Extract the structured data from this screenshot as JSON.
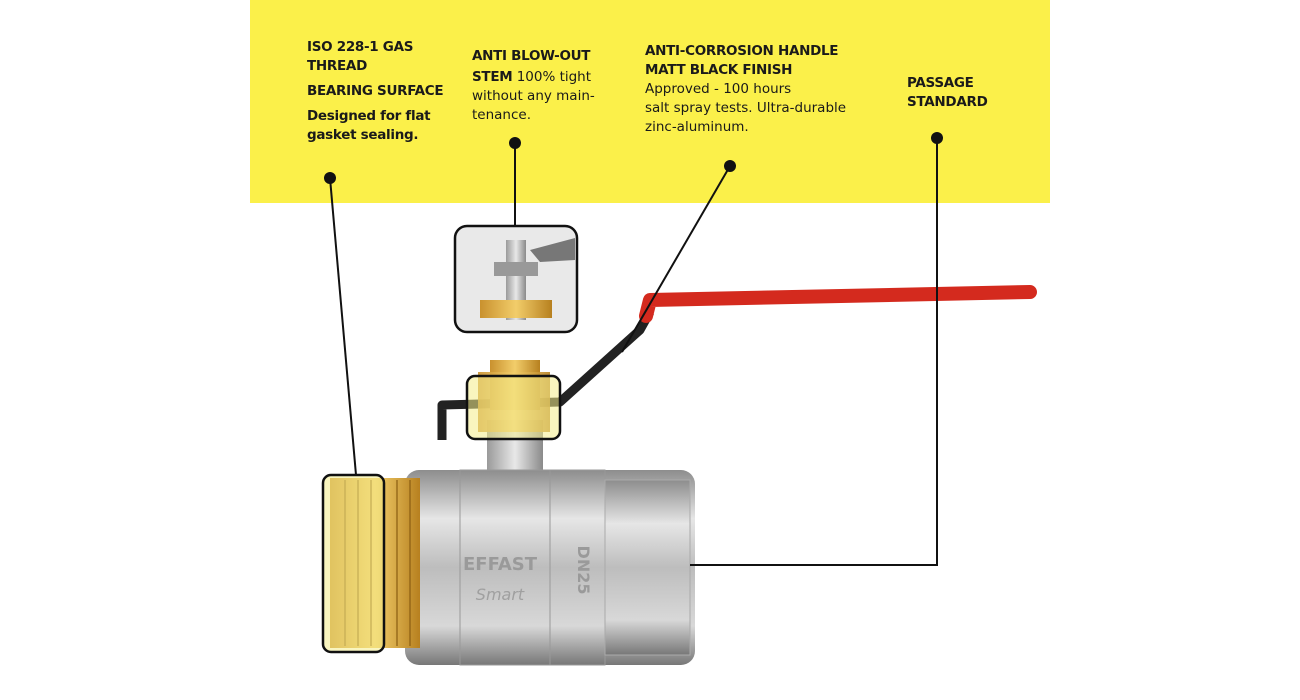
{
  "callouts": [
    {
      "title_1": "ISO 228-1 GAS",
      "title_2": "THREAD",
      "title_3": "BEARING SURFACE",
      "desc_1": "Designed for flat",
      "desc_2": "gasket sealing."
    },
    {
      "title_1": "ANTI BLOW-OUT",
      "title_2": "STEM",
      "desc_1": "100% tight",
      "desc_2": "without any main-",
      "desc_3": "tenance."
    },
    {
      "title_1": "ANTI-CORROSION HANDLE",
      "title_2": "MATT BLACK FINISH",
      "desc_1": "Approved - 100 hours",
      "desc_2": "salt spray tests. Ultra-durable",
      "desc_3": "zinc-aluminum."
    },
    {
      "title_1": "PASSAGE",
      "title_2": "STANDARD"
    }
  ],
  "valve_markings": {
    "brand": "EFFAST",
    "series": "Smart",
    "size": "DN25"
  },
  "colors": {
    "panel": "#fbf04a",
    "handle": "#d42a1e",
    "highlight": "#f4ec8a"
  }
}
